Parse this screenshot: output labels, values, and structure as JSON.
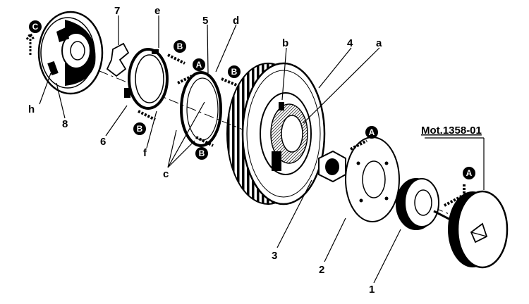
{
  "figure": {
    "tool_label": "Mot.1358-01",
    "part_numbers": [
      "1",
      "2",
      "3",
      "4",
      "5",
      "6",
      "7",
      "8"
    ],
    "letters": [
      "a",
      "b",
      "c",
      "d",
      "e",
      "f",
      "h"
    ],
    "direction_markers": [
      "A",
      "B",
      "C"
    ]
  },
  "colors": {
    "ink": "#000000",
    "paper": "#ffffff"
  }
}
